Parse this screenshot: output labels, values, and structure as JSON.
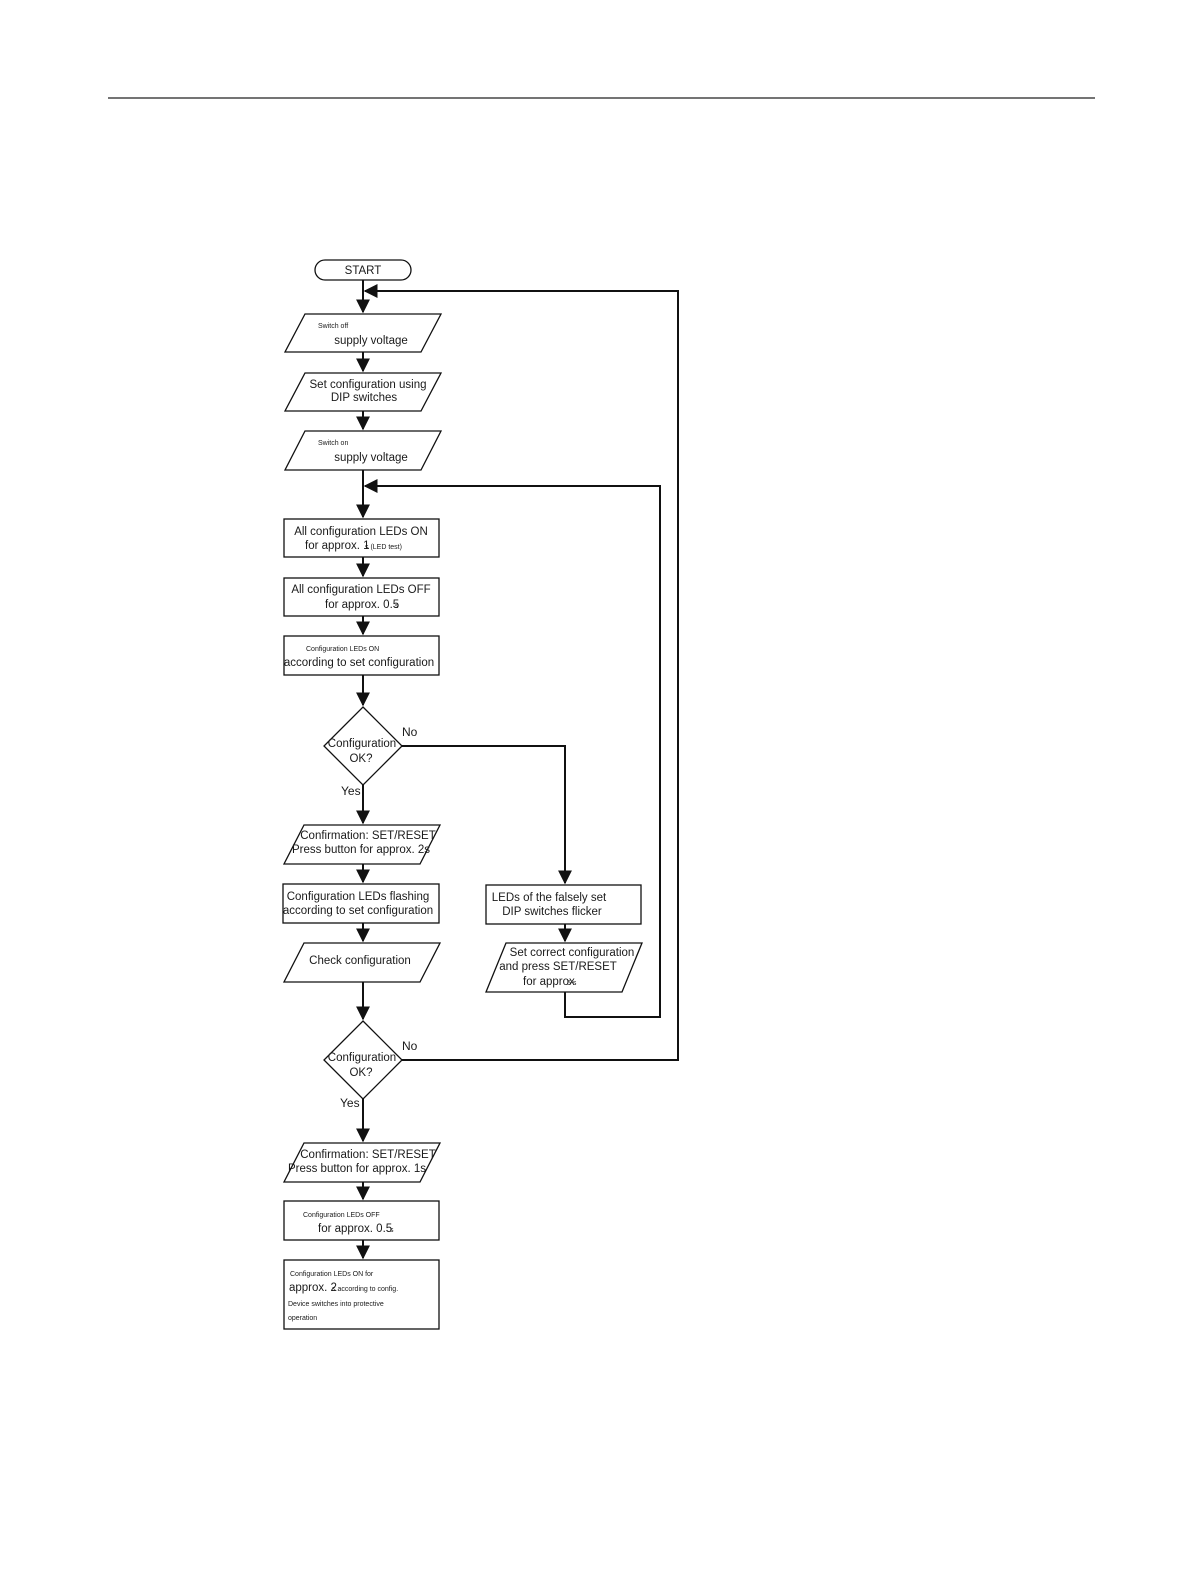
{
  "flowchart": {
    "start": "START",
    "steps": {
      "switch_off": {
        "line1": "Switch off",
        "line2": "supply voltage"
      },
      "set_dip": {
        "line1": "Set configuration using",
        "line2": "DIP switches"
      },
      "switch_on": {
        "line1": "Switch on",
        "line2": "supply voltage"
      },
      "leds_on_test": {
        "line1": "All configuration LEDs ON",
        "line2": "for approx. 1",
        "line2_small": "s (LED test)"
      },
      "leds_off": {
        "line1": "All configuration LEDs OFF",
        "line2": "for approx. 0.5",
        "line2_small": "s"
      },
      "leds_on_config": {
        "line1": "Configuration LEDs ON",
        "line2": "according to set configuration"
      },
      "decision1": {
        "line1": "Configuration",
        "line2": "OK?",
        "no": "No",
        "yes": "Yes"
      },
      "confirm1": {
        "line1": "Confirmation: SET/RESET",
        "line2": "Press button for approx. 2s"
      },
      "leds_flashing": {
        "line1": "Configuration LEDs flashing",
        "line2": "according to set configuration"
      },
      "check_config": {
        "line1": "Check configuration"
      },
      "decision2": {
        "line1": "Configuration",
        "line2": "OK?",
        "no": "No",
        "yes": "Yes"
      },
      "confirm2": {
        "line1": "Confirmation: SET/RESET",
        "line2": "Press button for approx. 1s"
      },
      "leds_off_final": {
        "line1": "Configuration LEDs OFF",
        "line2": "for approx. 0.5",
        "line2_small": "s"
      },
      "final": {
        "line1": "Configuration LEDs ON for",
        "line2": "approx. 2",
        "line2_small": "s according to config.",
        "line3": "Device switches into protective",
        "line4": "operation"
      },
      "leds_flicker": {
        "line1": "LEDs of the falsely set",
        "line2": "DIP switches flicker"
      },
      "set_correct": {
        "line1": "Set correct configuration",
        "line2": "and press SET/RESET",
        "line3": "for approx",
        "line3_small": "5 s"
      }
    }
  }
}
